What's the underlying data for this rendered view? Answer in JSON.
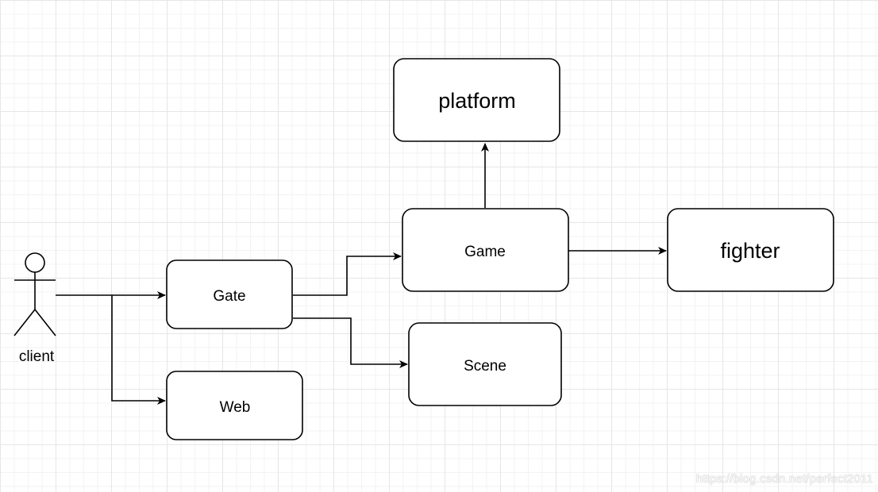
{
  "diagram": {
    "actor": {
      "label": "client"
    },
    "nodes": {
      "gate": {
        "label": "Gate"
      },
      "web": {
        "label": "Web"
      },
      "game": {
        "label": "Game"
      },
      "scene": {
        "label": "Scene"
      },
      "platform": {
        "label": "platform"
      },
      "fighter": {
        "label": "fighter"
      }
    },
    "edges": [
      {
        "from": "client",
        "to": "Gate"
      },
      {
        "from": "client",
        "to": "Web"
      },
      {
        "from": "Gate",
        "to": "Game"
      },
      {
        "from": "Gate",
        "to": "Scene"
      },
      {
        "from": "Game",
        "to": "platform"
      },
      {
        "from": "Game",
        "to": "fighter"
      }
    ]
  },
  "watermark": {
    "text": "https://blog.csdn.net/perfect2011"
  },
  "colors": {
    "stroke": "#000000",
    "fill": "#ffffff",
    "grid": "#e6e6e6"
  }
}
